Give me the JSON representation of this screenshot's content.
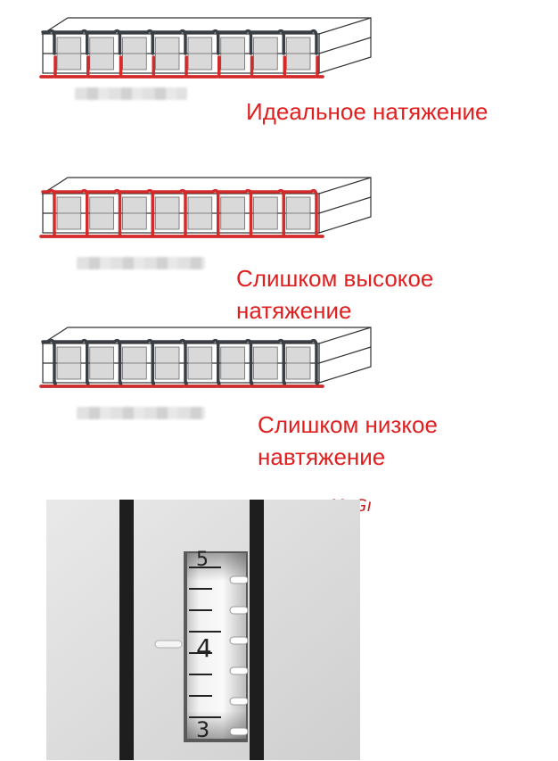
{
  "captions": {
    "ideal": "Идеальное натяжение",
    "too_high_1": "Слишком высокое",
    "too_high_2": "натяжение",
    "too_low_1": "Слишком низкое",
    "too_low_2": "навтяжение"
  },
  "watermark": "McGı",
  "dial": {
    "numbers": [
      "5",
      "4",
      "3"
    ]
  },
  "colors": {
    "caption": "#e02020",
    "thread_red": "#d42a2a",
    "thread_dark": "#3a3f45"
  }
}
